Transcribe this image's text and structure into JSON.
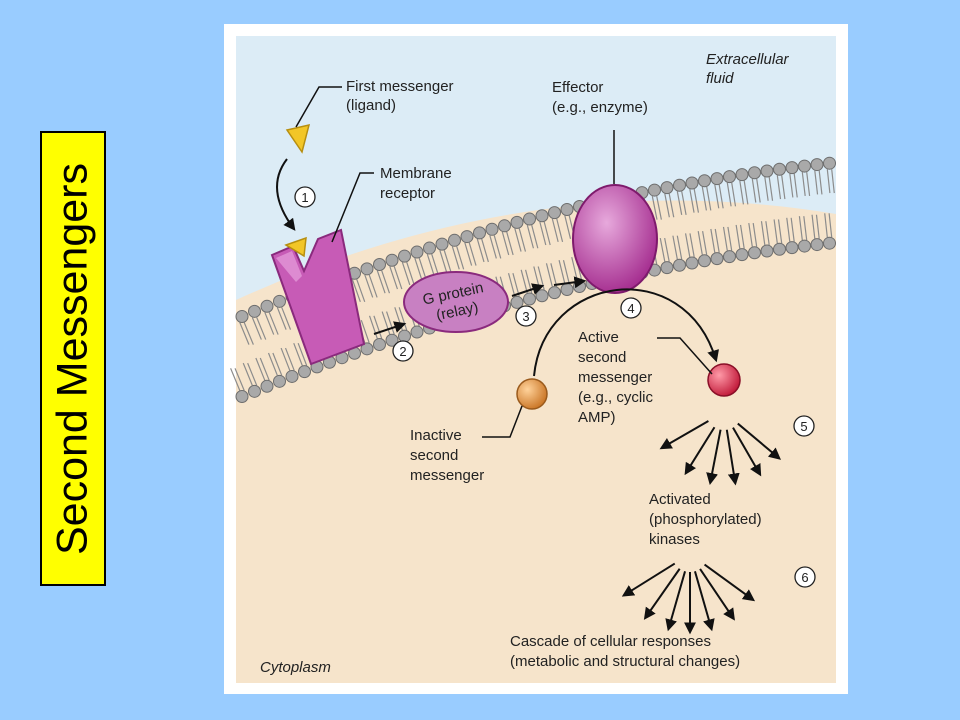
{
  "slide_title": "Second Messengers",
  "colors": {
    "background": "#99ccff",
    "title_box": "#ffff00",
    "extracellular": "#dcecf6",
    "cytoplasm": "#f6e4cb",
    "receptor": "#c75bb6",
    "effector": "#c93fae",
    "g_protein": "#c880c2",
    "ligand": "#f2c627",
    "active_messenger": "#e03050",
    "inactive_messenger": "#e89a45"
  },
  "diagram": {
    "region_labels": {
      "extracellular": [
        "Extracellular",
        "fluid"
      ],
      "cytoplasm": "Cytoplasm"
    },
    "labels": {
      "first_messenger": [
        "First messenger",
        "(ligand)"
      ],
      "membrane_receptor": [
        "Membrane",
        "receptor"
      ],
      "effector": [
        "Effector",
        "(e.g., enzyme)"
      ],
      "g_protein": [
        "G protein",
        "(relay)"
      ],
      "active_second_messenger": [
        "Active",
        "second",
        "messenger",
        "(e.g., cyclic",
        "AMP)"
      ],
      "inactive_second_messenger": [
        "Inactive",
        "second",
        "messenger"
      ],
      "activated_kinases": [
        "Activated",
        "(phosphorylated)",
        "kinases"
      ],
      "cascade": [
        "Cascade of cellular responses",
        "(metabolic and structural changes)"
      ]
    },
    "steps": [
      "1",
      "2",
      "3",
      "4",
      "5",
      "6"
    ]
  }
}
